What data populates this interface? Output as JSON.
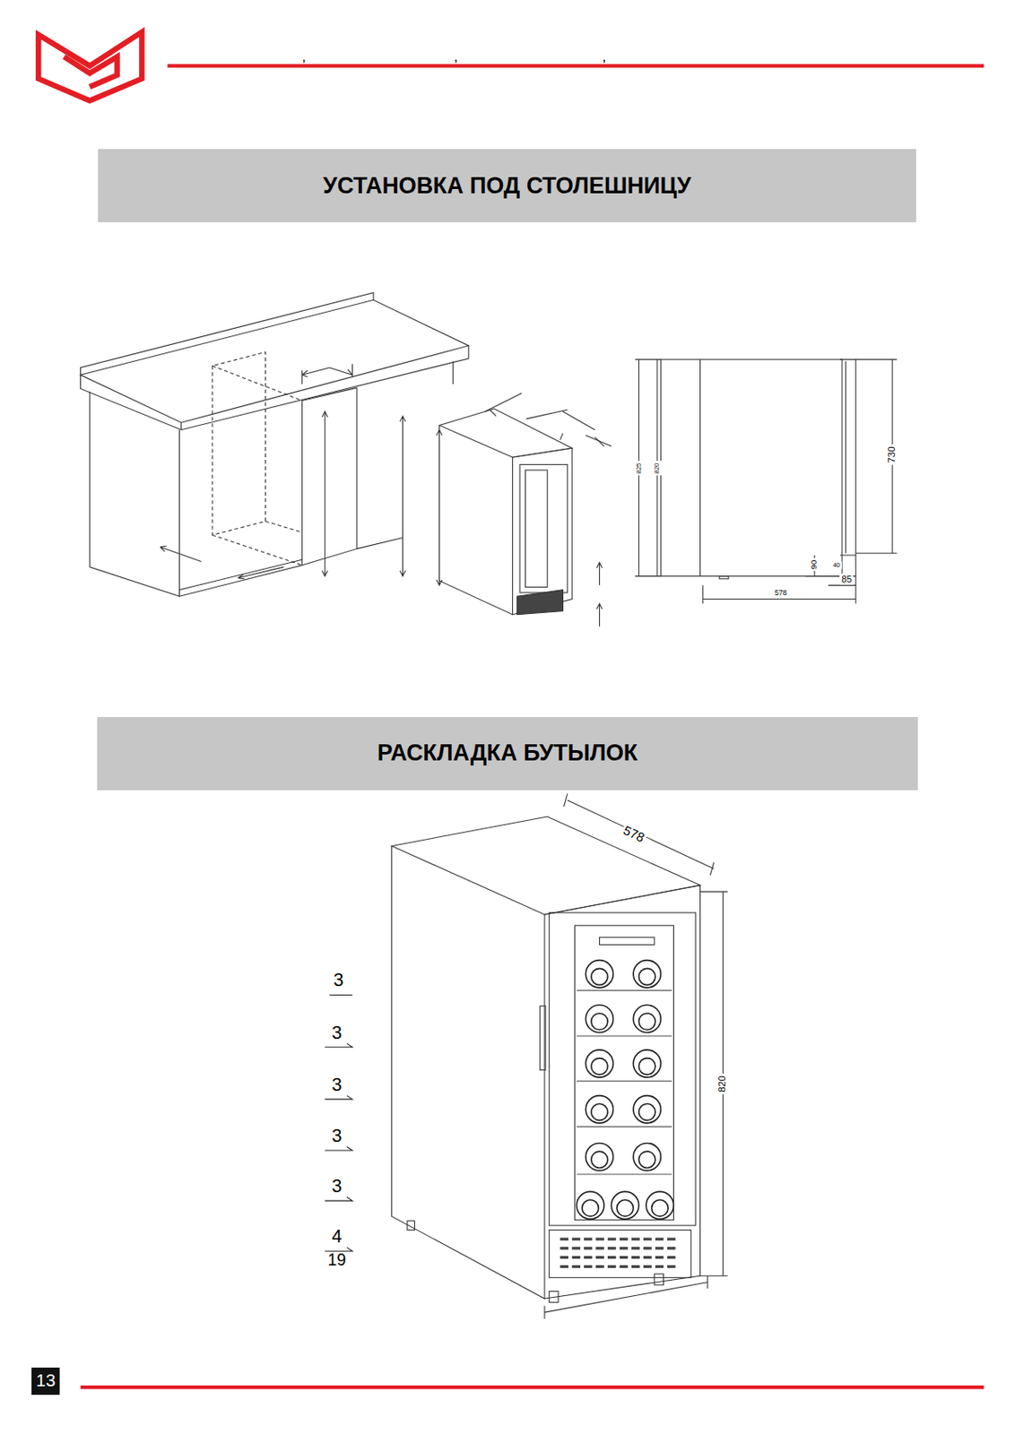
{
  "diagram": {
    "nodes": [
      {
        "text": [
          "УСТАНОВКА ПОД СТОЛЕШНИЦУ"
        ]
      },
      {
        "text": [
          "РАСКЛАДКА БУТЫЛОК"
        ]
      },
      {
        "text": [
          "13"
        ]
      }
    ],
    "labels": [
      ",",
      ",",
      ",",
      "825",
      "820",
      "730",
      "90",
      "40",
      "85",
      "578",
      "578",
      "820",
      "3",
      "3",
      "3",
      "3",
      "3",
      "4",
      "19"
    ]
  }
}
